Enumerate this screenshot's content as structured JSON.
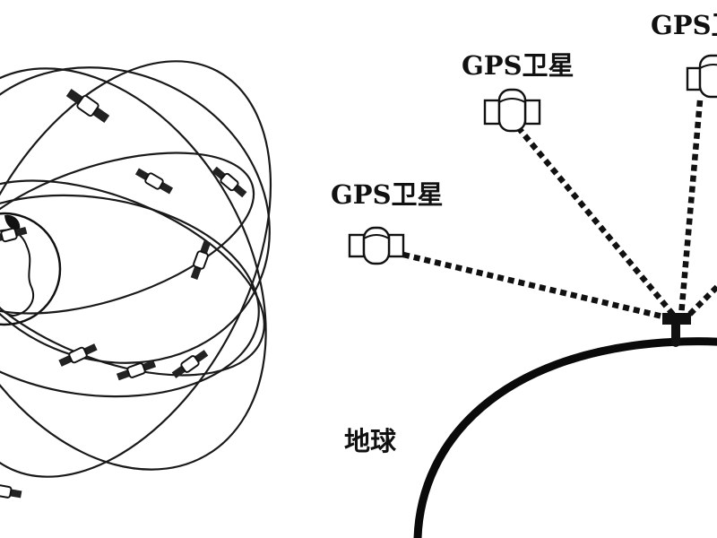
{
  "satellite_labels": [
    "GPS卫星",
    "GPS卫星",
    "GPS卫星"
  ],
  "earth_label": "地球",
  "icons": [
    "orbit-globe-icon",
    "satellite-icon",
    "receiver-icon"
  ],
  "colors": {
    "ink": "#111111",
    "background": "#ffffff"
  }
}
